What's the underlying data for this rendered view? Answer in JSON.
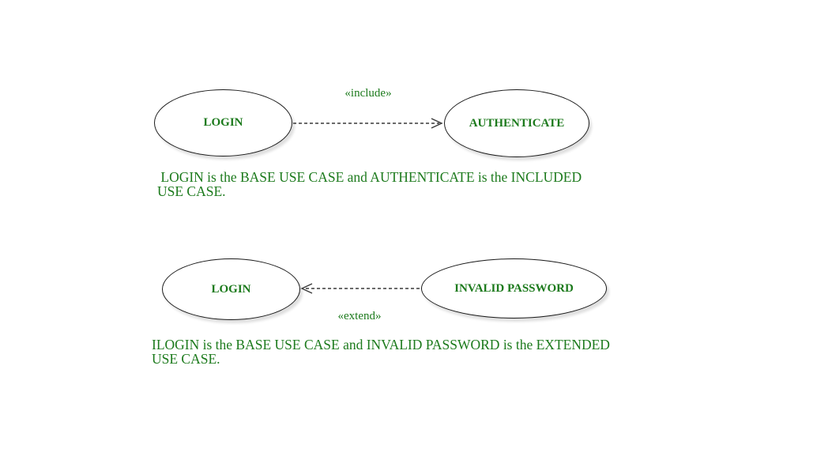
{
  "colors": {
    "text_green": "#1c7a1c",
    "shape_stroke": "#1a1a1a",
    "connector": "#383838",
    "canvas_background": "#ffffff",
    "shadow": "rgba(0,0,0,0.13)"
  },
  "diagrams": [
    {
      "name": "include-relationship",
      "left_usecase": "LOGIN",
      "right_usecase": "AUTHENTICATE",
      "relationship_label": "«include»",
      "arrow_direction": "left-to-right",
      "caption_line1": " LOGIN is the BASE USE CASE and AUTHENTICATE is the INCLUDED",
      "caption_line2": "USE CASE."
    },
    {
      "name": "extend-relationship",
      "left_usecase": "LOGIN",
      "right_usecase": "INVALID PASSWORD",
      "relationship_label": "«extend»",
      "arrow_direction": "right-to-left",
      "caption_line1": "ILOGIN is the BASE USE CASE and INVALID PASSWORD is the EXTENDED",
      "caption_line2": "USE CASE."
    }
  ]
}
